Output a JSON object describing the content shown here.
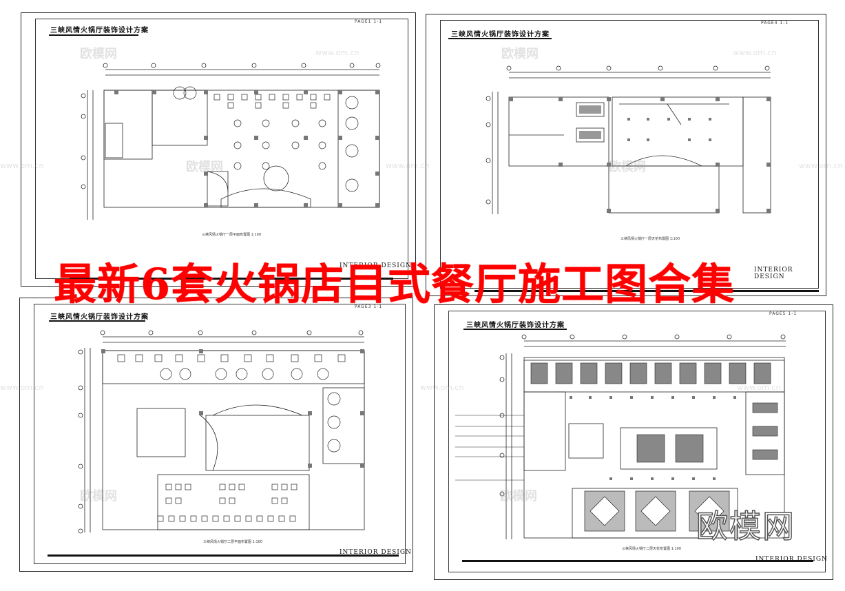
{
  "banner": {
    "text": "最新6套火锅店目式餐厅施工图合集",
    "color": "#ff0000"
  },
  "brand_logo": {
    "text": "欧模网"
  },
  "watermark": {
    "text": "欧模网",
    "url": "www.om.cn"
  },
  "sheets": [
    {
      "title": "三峡风情火锅厅装饰设计方案",
      "page": "PAGE1  1-1",
      "footer": "INTERIOR DESIGN",
      "caption": "三峡风情火锅厅一层平面布置图  1:100"
    },
    {
      "title": "三峡风情火锅厅装饰设计方案",
      "page": "PAGE4  1-1",
      "footer": "INTERIOR DESIGN",
      "caption": "三峡风情火锅厅一层天花布置图  1:100"
    },
    {
      "title": "三峡风情火锅厅装饰设计方案",
      "page": "PAGE3  1-1",
      "footer": "INTERIOR DESIGN",
      "caption": "三峡风情火锅厅二层平面布置图  1:100"
    },
    {
      "title": "三峡风情火锅厅装饰设计方案",
      "page": "PAGE5  1-1",
      "footer": "INTERIOR DESIGN",
      "caption": "三峡风情火锅厅二层天花布置图  1:100"
    }
  ]
}
